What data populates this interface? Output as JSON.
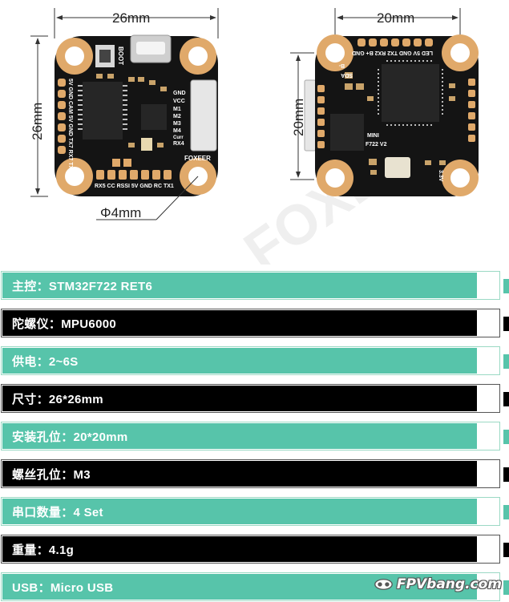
{
  "figure": {
    "dim_left_top": "26mm",
    "dim_left_side": "26mm",
    "dim_hole": "Φ4mm",
    "dim_right_top": "20mm",
    "dim_right_side": "20mm",
    "silk_boot": "BOOT",
    "silk_foxeer": "FOXEER",
    "silk_left_pins": "5V GND CAM 5V GND TX7 RX7 TX5",
    "silk_bottom_pins": "RX5 CC RSSI 5V GND RC TX1",
    "silk_right_pins": [
      "GND",
      "VCC",
      "M1",
      "M2",
      "M3",
      "M4",
      "Curr",
      "RX4"
    ],
    "silk_top_right": "LED 5V GND TX2 RX2 B+ GND",
    "silk_mini": "MINI",
    "silk_f722": "F722 V2",
    "silk_bz": "B-",
    "silk_sda": "SDA",
    "silk_3v3": "3.3V",
    "watermark_bg": "FOXEER"
  },
  "specs": [
    {
      "label": "主控：STM32F722 RET6",
      "style": "teal"
    },
    {
      "label": "陀螺仪：MPU6000",
      "style": "dark"
    },
    {
      "label": "供电：2~6S",
      "style": "teal"
    },
    {
      "label": "尺寸：26*26mm",
      "style": "dark"
    },
    {
      "label": "安装孔位：20*20mm",
      "style": "teal"
    },
    {
      "label": "螺丝孔位：M3",
      "style": "dark"
    },
    {
      "label": "串口数量：4 Set",
      "style": "teal"
    },
    {
      "label": "重量：4.1g",
      "style": "dark"
    },
    {
      "label": "USB：Micro USB",
      "style": "teal"
    }
  ],
  "watermark": "FPVbang.com",
  "colors": {
    "teal": "#57c4aa",
    "dark": "#000000",
    "pad": "#e0a96a",
    "pcb": "#141414"
  }
}
